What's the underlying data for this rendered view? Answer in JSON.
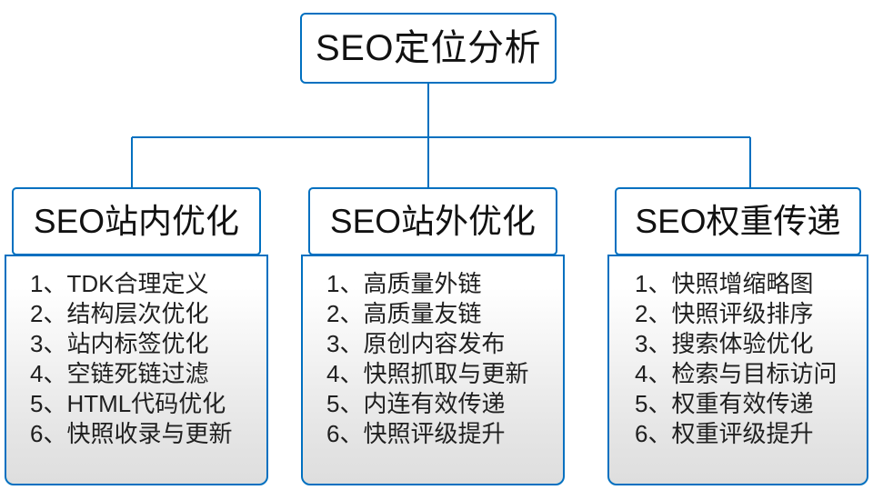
{
  "diagram": {
    "type": "organization-tree",
    "accent_color": "#0070c0",
    "text_color": "#1f1f1f",
    "background_color": "#ffffff",
    "root": {
      "title": "SEO定位分析"
    },
    "branches": [
      {
        "title": "SEO站内优化",
        "items": [
          {
            "index": "1、",
            "label": "TDK合理定义"
          },
          {
            "index": "2、",
            "label": "结构层次优化"
          },
          {
            "index": "3、",
            "label": "站内标签优化"
          },
          {
            "index": "4、",
            "label": "空链死链过滤"
          },
          {
            "index": "5、",
            "label": "HTML代码优化"
          },
          {
            "index": "6、",
            "label": "快照收录与更新"
          }
        ]
      },
      {
        "title": "SEO站外优化",
        "items": [
          {
            "index": "1、",
            "label": "高质量外链"
          },
          {
            "index": "2、",
            "label": "高质量友链"
          },
          {
            "index": "3、",
            "label": "原创内容发布"
          },
          {
            "index": "4、",
            "label": "快照抓取与更新"
          },
          {
            "index": "5、",
            "label": "内连有效传递"
          },
          {
            "index": "6、",
            "label": "快照评级提升"
          }
        ]
      },
      {
        "title": "SEO权重传递",
        "items": [
          {
            "index": "1、",
            "label": "快照增缩略图"
          },
          {
            "index": "2、",
            "label": "快照评级排序"
          },
          {
            "index": "3、",
            "label": "搜索体验优化"
          },
          {
            "index": "4、",
            "label": "检索与目标访问"
          },
          {
            "index": "5、",
            "label": "权重有效传递"
          },
          {
            "index": "6、",
            "label": "权重评级提升"
          }
        ]
      }
    ]
  }
}
